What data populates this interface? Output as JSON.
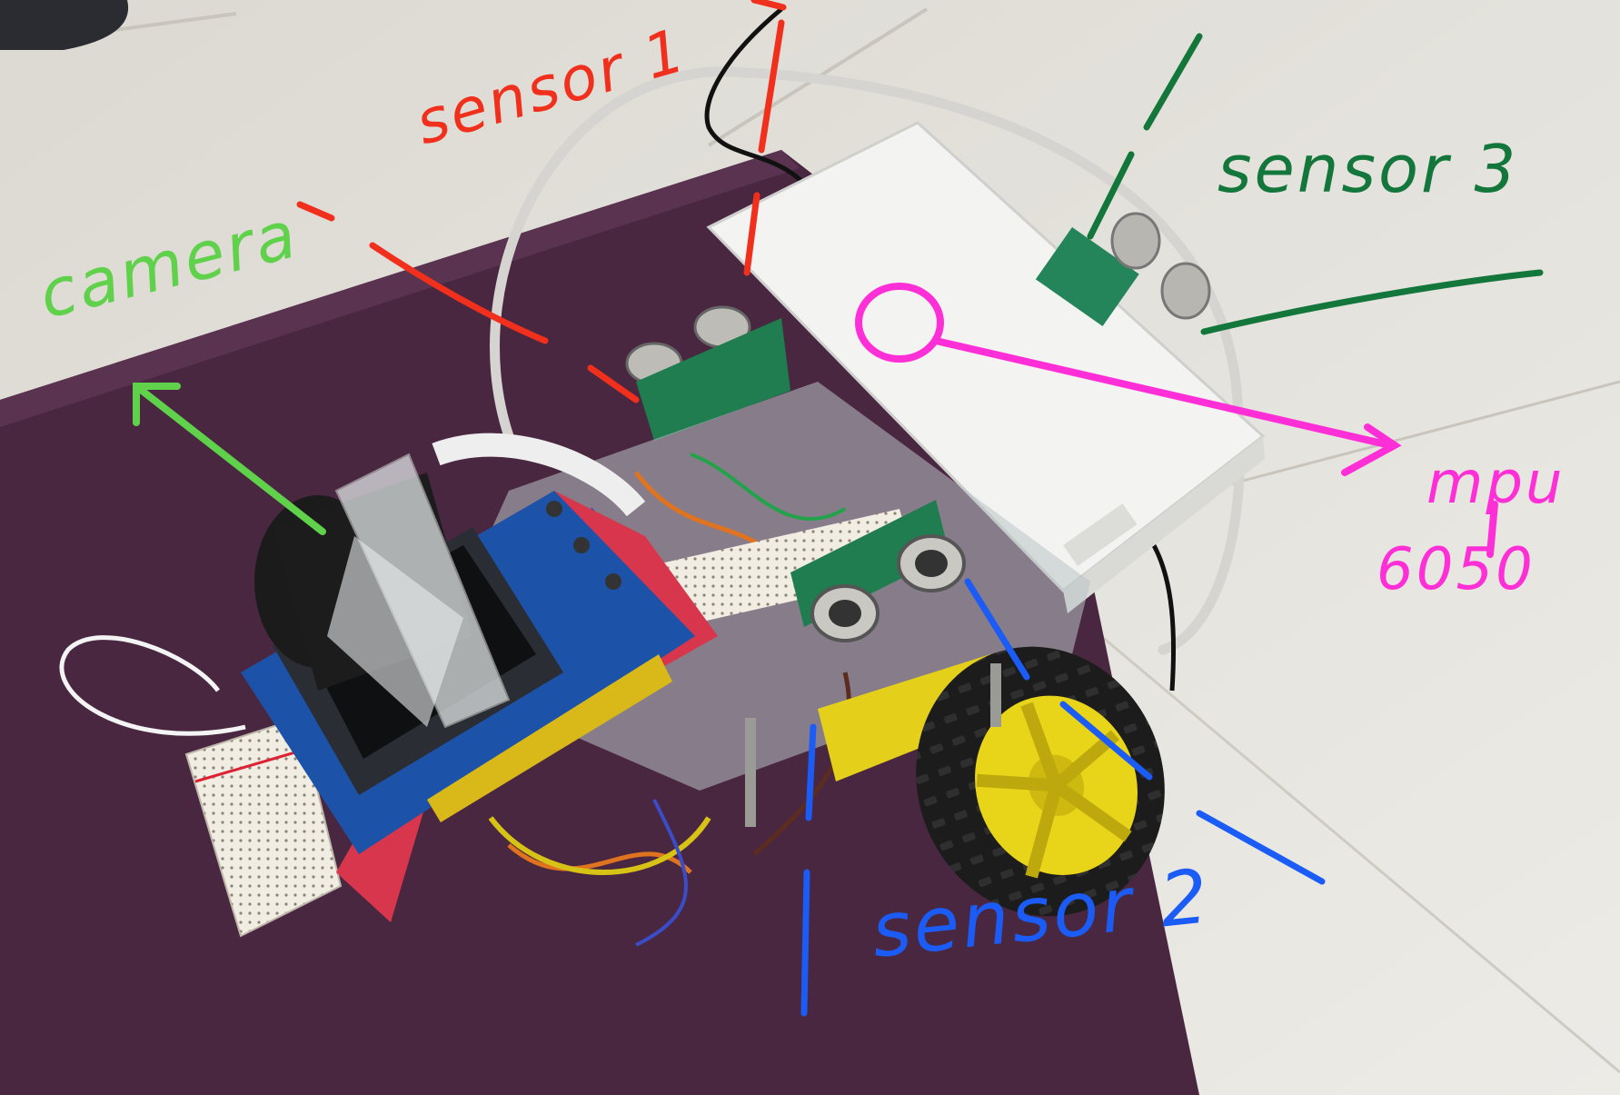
{
  "annotations": {
    "sensor1": "sensor 1",
    "camera": "camera",
    "sensor3": "sensor 3",
    "mpu": "mpu",
    "mpu_number": "6050",
    "sensor2": "sensor 2"
  },
  "colors": {
    "sensor1": "#f0301c",
    "camera": "#5fd14a",
    "sensor3": "#13763b",
    "mpu": "#ff2fd7",
    "sensor2": "#1a5cf5"
  }
}
